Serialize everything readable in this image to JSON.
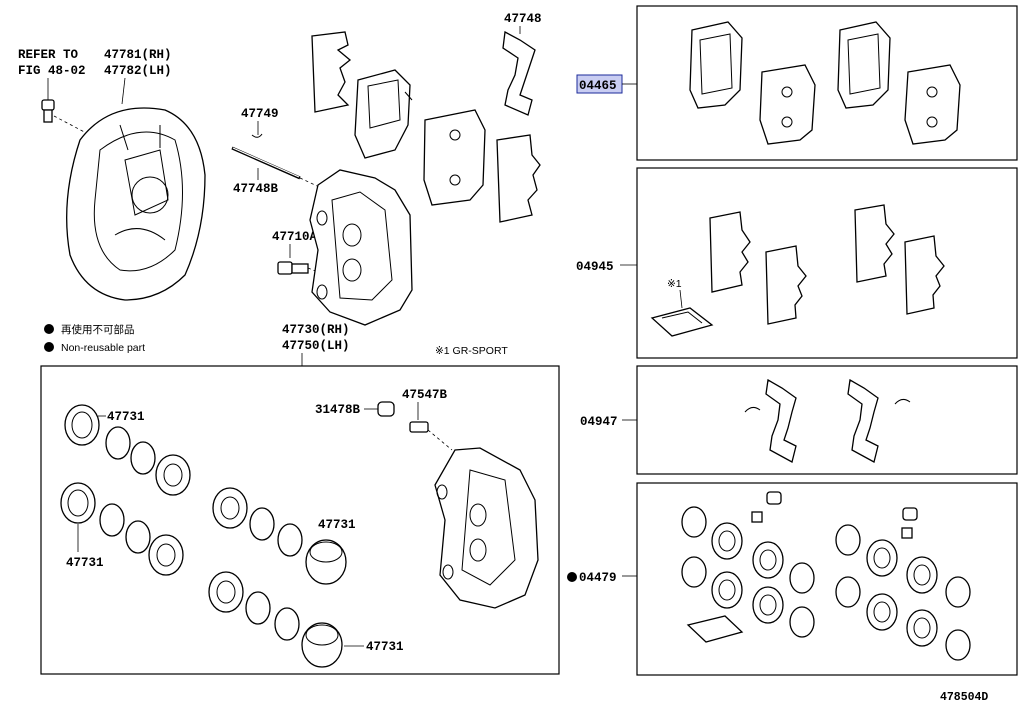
{
  "labels": {
    "refer_line1": "REFER TO",
    "refer_line2": "FIG 48-02",
    "p47781": "47781(RH)",
    "p47782": "47782(LH)",
    "p47748_top": "47748",
    "p47749": "47749",
    "p47748b": "47748B",
    "p47710a": "47710A",
    "p47730": "47730(RH)",
    "p47750": "47750(LH)",
    "gr_sport": "※1 GR-SPORT",
    "p04465": "04465",
    "p04945": "04945",
    "p04947": "04947",
    "p04479": "04479",
    "note1": "※1",
    "p31478b": "31478B",
    "p47547b": "47547B",
    "p47731_a": "47731",
    "p47731_b": "47731",
    "p47731_c": "47731",
    "p47731_d": "47731",
    "figure_code": "478504D"
  },
  "legend": {
    "jp": "再使用不可部品",
    "en": "Non-reusable part"
  },
  "colors": {
    "highlight_fill": "#c9cdf2",
    "highlight_border": "#1b2a9a",
    "line": "#000000"
  }
}
